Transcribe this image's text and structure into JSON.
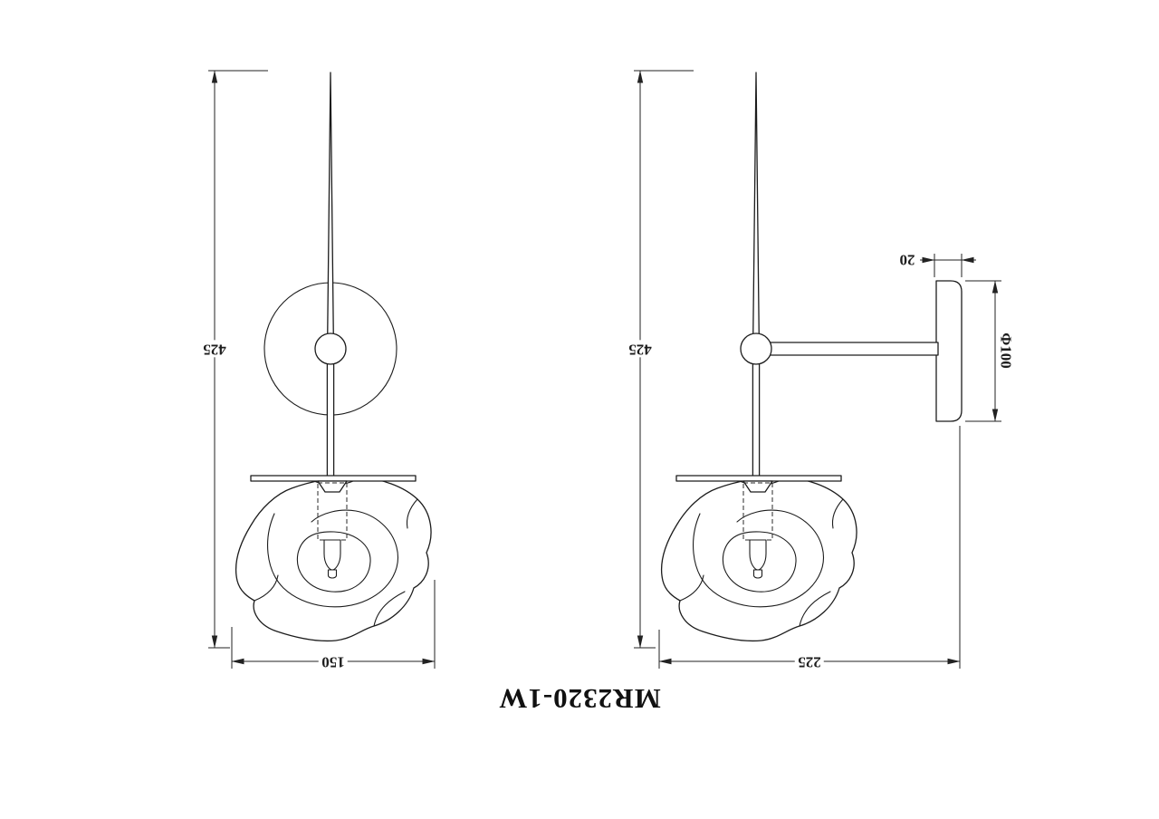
{
  "drawing": {
    "model_label": "MR2320-1W",
    "front_view": {
      "overall_height": "425",
      "shade_width": "150"
    },
    "side_view": {
      "overall_height": "425",
      "overall_depth": "225",
      "backplate_thickness": "20",
      "backplate_diameter": "Φ100"
    },
    "colors": {
      "line": "#1c1c1c",
      "background": "#ffffff"
    }
  }
}
